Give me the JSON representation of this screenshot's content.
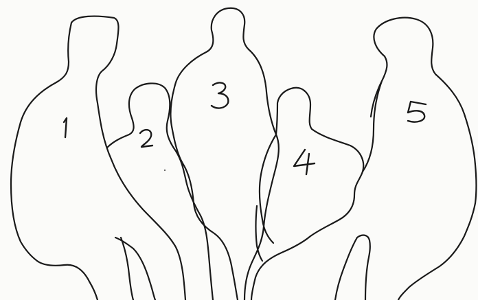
{
  "figures": [
    {
      "id": 1,
      "label": "1"
    },
    {
      "id": 2,
      "label": "2"
    },
    {
      "id": 3,
      "label": "3"
    },
    {
      "id": 4,
      "label": "4"
    },
    {
      "id": 5,
      "label": "5"
    }
  ],
  "style": {
    "ink_color": "#1a1a1a",
    "paper_color": "#fbfbf9"
  }
}
